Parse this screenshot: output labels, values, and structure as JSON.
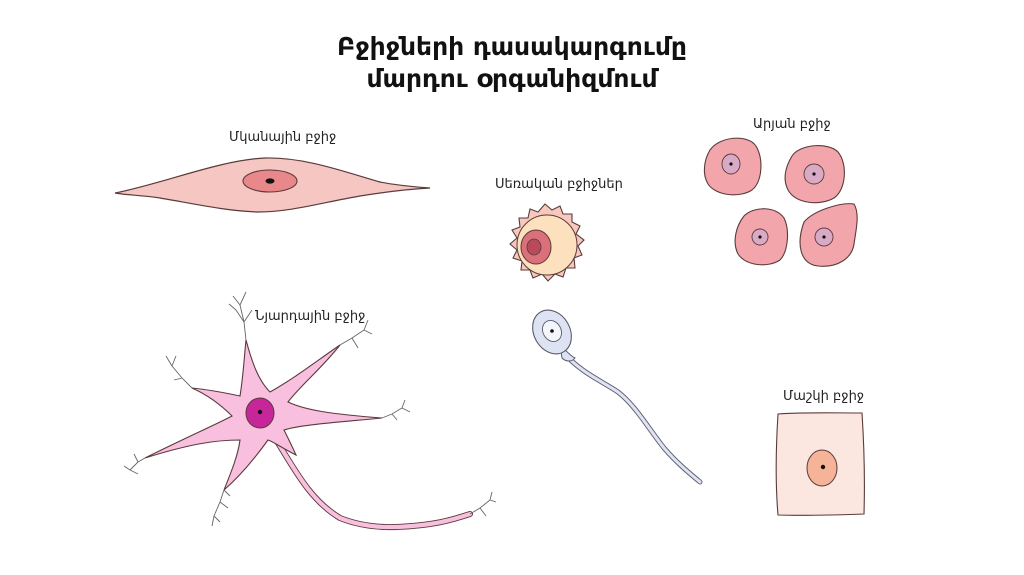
{
  "title": {
    "line1": "Բջիջների դասակարգումը",
    "line2": "մարդու օրգանիզմում"
  },
  "labels": {
    "muscle": "Մկանային բջիջ",
    "nerve": "Նյարդային բջիջ",
    "sex": "Սեռական բջիջներ",
    "blood": "Արյան բջիջ",
    "skin": "Մաշկի բջիջ"
  },
  "colors": {
    "muscle_body": "#f6c6c2",
    "muscle_nucleus": "#e8888a",
    "nerve_body": "#f9bfdf",
    "nerve_nucleus": "#c7269a",
    "egg_corona": "#f7c8bd",
    "egg_zona": "#fde0bd",
    "egg_nucleus": "#d9707a",
    "sperm": "#dde3f3",
    "blood_cell": "#f2a5aa",
    "blood_nucleus": "#d8aac5",
    "skin_cell": "#fbe6e0",
    "skin_nucleus": "#f5b397"
  }
}
